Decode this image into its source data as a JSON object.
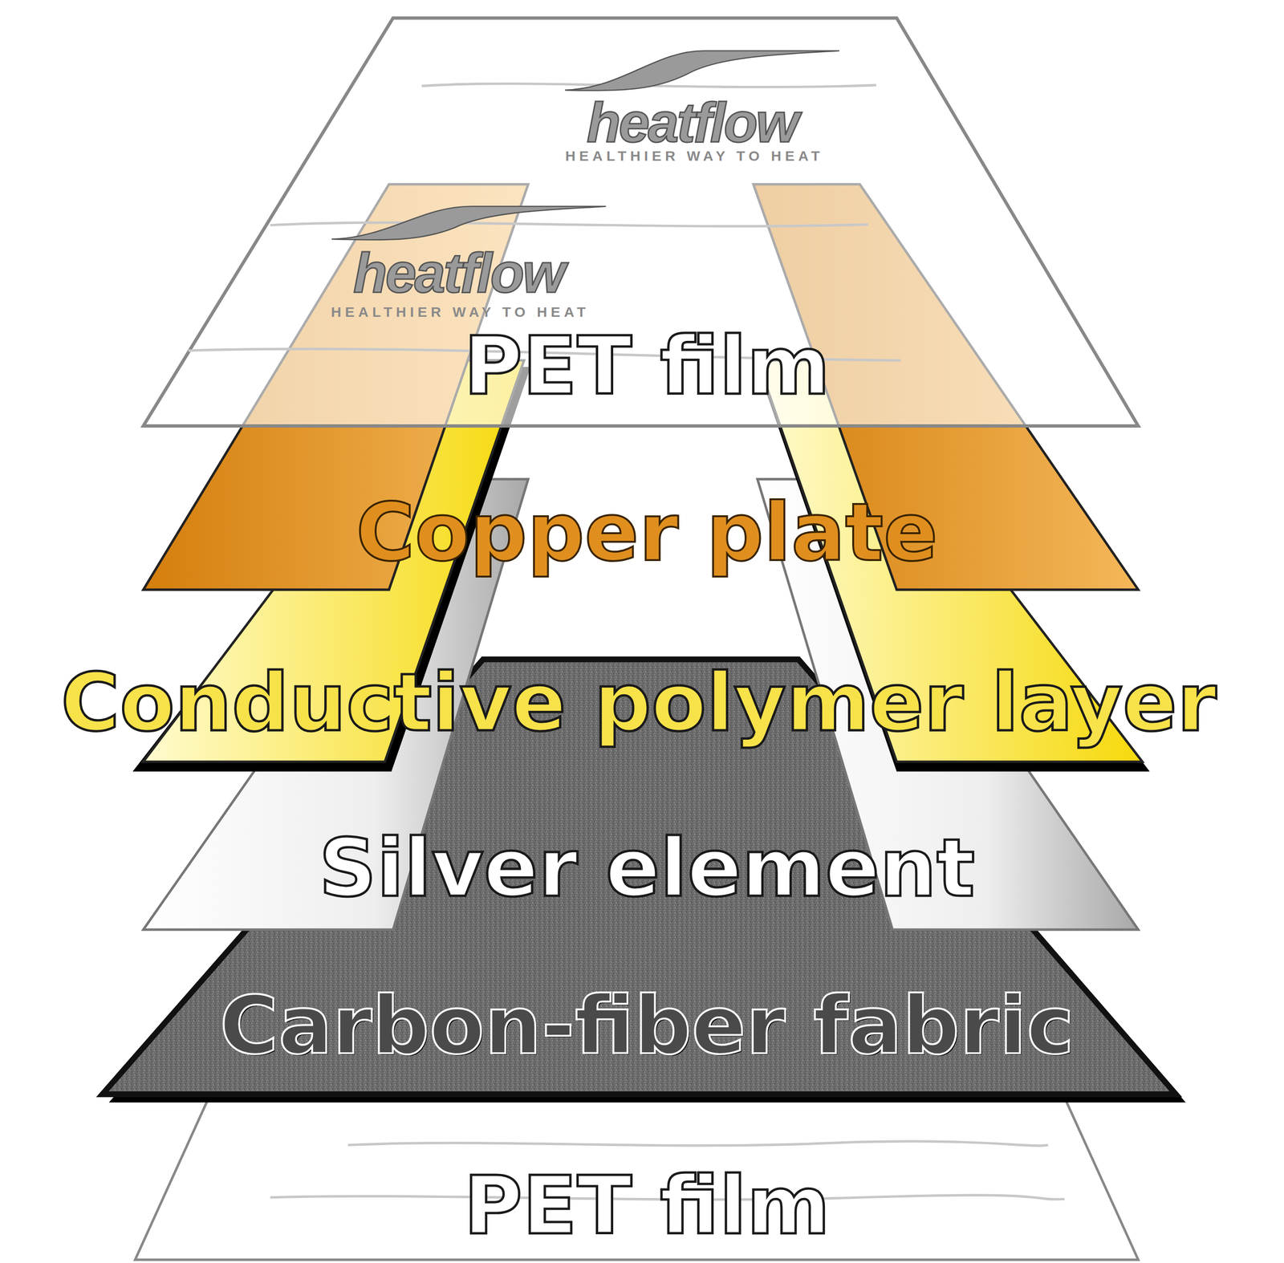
{
  "diagram": {
    "labels": [
      "heatflow",
      "HEALTHIER WAY TO HEAT",
      "heatflow",
      "HEALTHIER WAY TO HEAT",
      "PET film",
      "Copper plate",
      "Conductive polymer layer",
      "Silver element",
      "Carbon-fiber fabric",
      "PET film"
    ]
  }
}
